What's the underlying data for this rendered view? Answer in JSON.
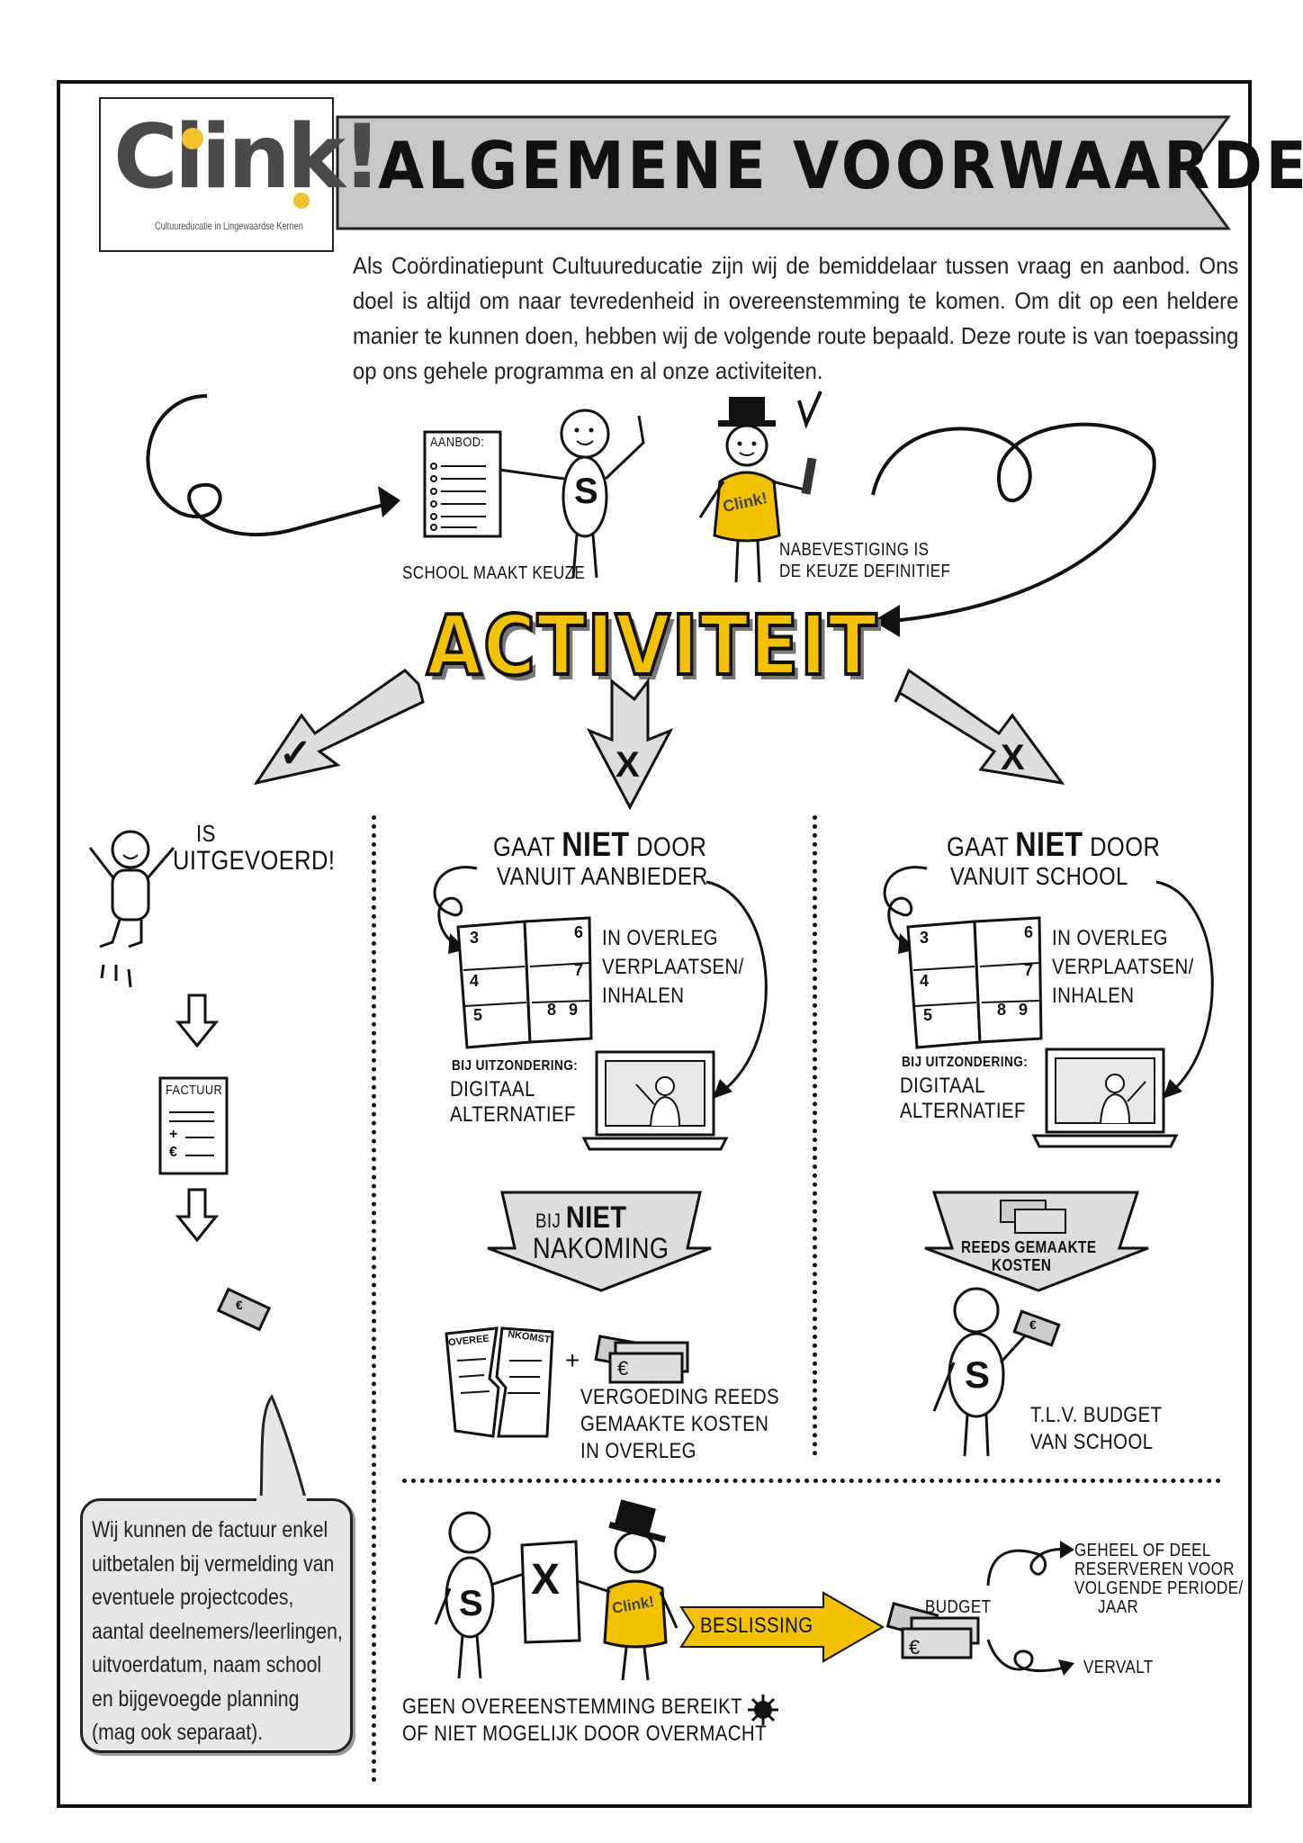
{
  "logo": {
    "word": "Clink!",
    "tagline": "Cultuureducatie in Lingewaardse Kernen"
  },
  "title": "ALGEMENE VOORWAARDEN",
  "intro": "Als Coördinatiepunt Cultuureducatie zijn wij de bemiddelaar tussen vraag en aanbod. Ons doel is altijd om naar tevredenheid in overeenstemming te komen.  Om dit op een heldere manier te kunnen doen, hebben wij de volgende route bepaald.  Deze route is van toepassing op ons gehele programma en al onze activiteiten.",
  "top": {
    "aanbod_label": "AANBOD:",
    "school_letter": "S",
    "shirt_label": "Clink!",
    "school_caption": "SCHOOL MAAKT KEUZE",
    "confirm_caption_1": "NABEVESTIGING IS",
    "confirm_caption_2": "DE KEUZE DEFINITIEF",
    "activity": "ACTIVITEIT"
  },
  "arrows": {
    "left": "✓",
    "middle": "X",
    "right": "X"
  },
  "left_col": {
    "is": "IS",
    "uitgevoerd": "UITGEVOERD!",
    "invoice_label": "FACTUUR",
    "invoice_plus": "+",
    "invoice_euro": "€",
    "money_symbol": "€",
    "note": "Wij kunnen de factuur enkel uitbetalen bij vermelding van eventuele projectcodes, aantal deelnemers/leerlingen, uitvoerdatum, naam school en bijgevoegde planning (mag ook separaat)."
  },
  "mid_col": {
    "heading_pre": "GAAT",
    "heading_bold": "NIET",
    "heading_post": "DOOR",
    "heading_line2": "VANUIT AANBIEDER",
    "overleg": [
      "IN OVERLEG",
      "VERPLAATSEN/",
      "INHALEN"
    ],
    "exception_label": "BIJ UITZONDERING:",
    "exception": [
      "DIGITAAL",
      "ALTERNATIEF"
    ],
    "calendar": [
      "3",
      "6",
      "4",
      "7",
      "5",
      "8",
      "9"
    ],
    "banner_pre": "BIJ",
    "banner_bold": "NIET",
    "banner_line2": "NAKOMING",
    "contract_left": "OVEREE",
    "contract_right": "NKOMST",
    "plus": "+",
    "money_symbol": "€",
    "compensation": [
      "VERGOEDING REEDS",
      "GEMAAKTE KOSTEN",
      "IN OVERLEG"
    ]
  },
  "right_col": {
    "heading_pre": "GAAT",
    "heading_bold": "NIET",
    "heading_post": "DOOR",
    "heading_line2": "VANUIT SCHOOL",
    "overleg": [
      "IN OVERLEG",
      "VERPLAATSEN/",
      "INHALEN"
    ],
    "exception_label": "BIJ UITZONDERING:",
    "exception": [
      "DIGITAAL",
      "ALTERNATIEF"
    ],
    "calendar": [
      "3",
      "6",
      "4",
      "7",
      "5",
      "8",
      "9"
    ],
    "banner": [
      "REEDS GEMAAKTE",
      "KOSTEN"
    ],
    "school_letter": "S",
    "money_symbol": "€",
    "budget_caption": [
      "T.L.V. BUDGET",
      "VAN SCHOOL"
    ]
  },
  "bottom": {
    "school_letter": "S",
    "paper_letter": "X",
    "shirt_label": "Clink!",
    "decision": "BESLISSING",
    "budget": "BUDGET",
    "money_symbol": "€",
    "option_reserve": [
      "GEHEEL OF DEEL",
      "RESERVEREN VOOR",
      "VOLGENDE PERIODE/",
      "JAAR"
    ],
    "option_expire": "VERVALT",
    "caption": [
      "GEEN OVEREENSTEMMING BEREIKT",
      "OF NIET MOGELIJK DOOR OVERMACHT"
    ]
  },
  "colors": {
    "accent_yellow": "#f2c200",
    "banner_gray": "#c8c8c8",
    "ink": "#111111"
  }
}
